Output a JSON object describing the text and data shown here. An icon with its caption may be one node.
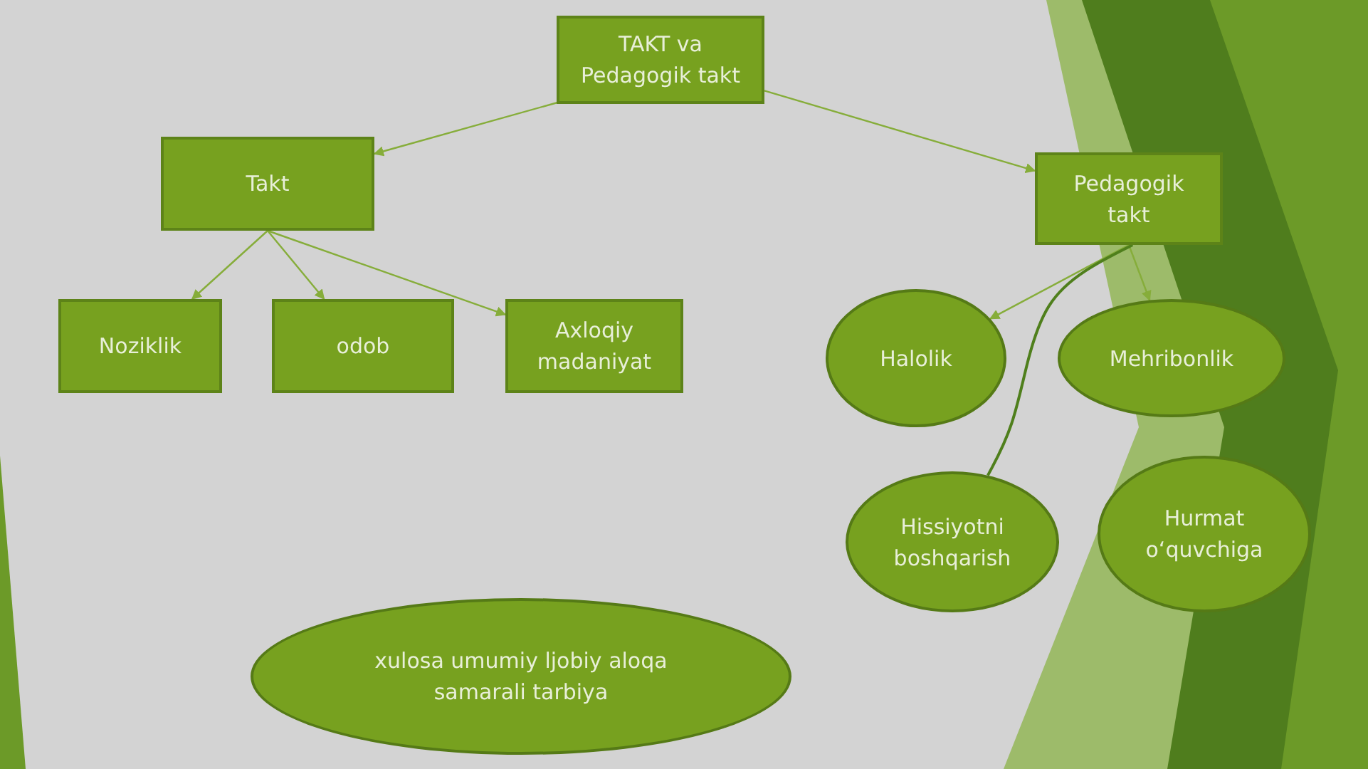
{
  "diagram": {
    "nodes": [
      {
        "text": [
          "TAKT  va Pedagogik takt"
        ]
      },
      {
        "text": [
          "Takt"
        ]
      },
      {
        "text": [
          "Pedagogik takt"
        ]
      },
      {
        "text": [
          "Noziklik"
        ]
      },
      {
        "text": [
          "odob"
        ]
      },
      {
        "text": [
          "Axloqiy madaniyat"
        ]
      },
      {
        "text": [
          "Halolik"
        ]
      },
      {
        "text": [
          "Mehribonlik"
        ]
      },
      {
        "text": [
          "Hissiyotni boshqarish"
        ]
      },
      {
        "text": [
          "Hurmat o‘quvchiga"
        ]
      },
      {
        "text": [
          "xulosa umumiy ljobiy aloqa samarali  tarbiya"
        ]
      }
    ],
    "edges": [
      {
        "from": 0,
        "to": 1,
        "arrow": "to"
      },
      {
        "from": 0,
        "to": 2,
        "arrow": "to"
      },
      {
        "from": 1,
        "to": 3,
        "arrow": "to"
      },
      {
        "from": 1,
        "to": 4,
        "arrow": "to"
      },
      {
        "from": 1,
        "to": 5,
        "arrow": "to"
      },
      {
        "from": 2,
        "to": 6,
        "arrow": "to"
      },
      {
        "from": 2,
        "to": 7,
        "arrow": "to"
      },
      {
        "from": 2,
        "to": 8,
        "arrow": "none",
        "color": "#4f7f1c"
      }
    ]
  }
}
